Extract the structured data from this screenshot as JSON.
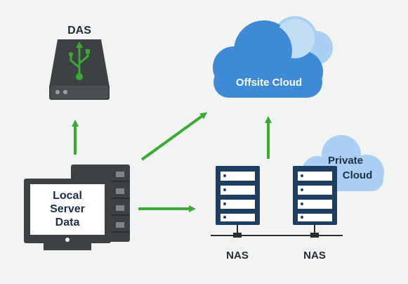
{
  "nodes": {
    "das": {
      "label": "DAS"
    },
    "offsite_cloud": {
      "label": "Offsite Cloud"
    },
    "private_cloud": {
      "label_line1": "Private",
      "label_line2": "Cloud"
    },
    "local_server": {
      "label_line1": "Local",
      "label_line2": "Server",
      "label_line3": "Data"
    },
    "nas_1": {
      "label": "NAS"
    },
    "nas_2": {
      "label": "NAS"
    }
  },
  "colors": {
    "background": "#f2f3f3",
    "arrow": "#3aaa35",
    "usb_icon": "#3aaa35",
    "cloud_main": "#3f8ad6",
    "cloud_light": "#a9d0f2",
    "server_rack": "#1c3f63",
    "device_dark": "#3d4143"
  },
  "edges": [
    {
      "from": "local_server",
      "to": "das"
    },
    {
      "from": "local_server",
      "to": "offsite_cloud"
    },
    {
      "from": "local_server",
      "to": "nas_1"
    },
    {
      "from": "nas_2",
      "to": "offsite_cloud"
    }
  ]
}
